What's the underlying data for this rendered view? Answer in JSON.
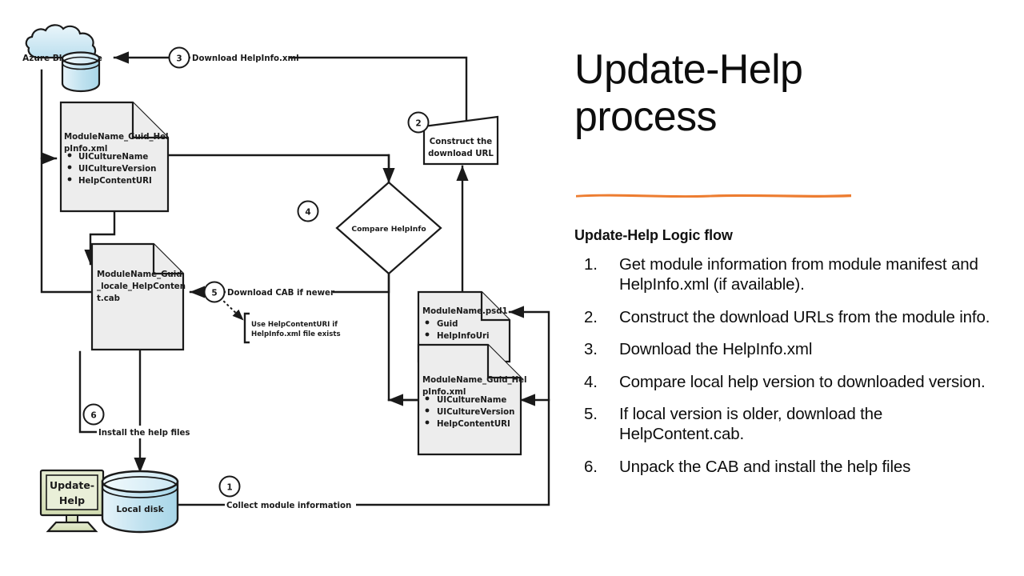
{
  "slide": {
    "title": "Update-Help process",
    "title_lines": [
      "Update-Help",
      "process"
    ],
    "accent_color": "#ED7D31",
    "subheading": "Update-Help Logic flow",
    "steps": [
      {
        "num": "1.",
        "text": "Get module information from module manifest and HelpInfo.xml (if available)."
      },
      {
        "num": "2.",
        "text": "Construct the download URLs from the module info."
      },
      {
        "num": "3.",
        "text": "Download the HelpInfo.xml"
      },
      {
        "num": "4.",
        "text": "Compare local help version to downloaded version."
      },
      {
        "num": "5.",
        "text": "If local version is older, download the HelpContent.cab."
      },
      {
        "num": "6.",
        "text": "Unpack the CAB and install the help files"
      }
    ]
  },
  "diagram": {
    "cloud": {
      "label": "Azure Blob Store"
    },
    "docs": {
      "helpinfo_top": {
        "title_line1": "ModuleName_Guid_Hel",
        "title_line2": "pInfo.xml",
        "bullets": [
          "UICultureName",
          "UICultureVersion",
          "HelpContentURI"
        ]
      },
      "cab": {
        "line1": "ModuleName_Guid",
        "line2": "_locale_HelpConten",
        "line3": "t.cab"
      },
      "psd1": {
        "title": "ModuleName.psd1",
        "bullets": [
          "Guid",
          "HelpInfoUri"
        ]
      },
      "helpinfo_bottom": {
        "title_line1": "ModuleName_Guid_Hel",
        "title_line2": "pInfo.xml",
        "bullets": [
          "UICultureName",
          "UICultureVersion",
          "HelpContentURI"
        ]
      }
    },
    "process": {
      "line1": "Construct the",
      "line2": "download URL"
    },
    "decision": {
      "label": "Compare HelpInfo"
    },
    "computer": {
      "line1": "Update-",
      "line2": "Help"
    },
    "disk": {
      "label": "Local disk"
    },
    "callout": {
      "line1": "Use HelpContentURI if",
      "line2": "HelpInfo.xml file exists"
    },
    "steps": [
      {
        "id": "1",
        "badge": "1",
        "label": "Collect module information"
      },
      {
        "id": "2",
        "badge": "2",
        "label": ""
      },
      {
        "id": "3",
        "badge": "3",
        "label": "Download HelpInfo.xml"
      },
      {
        "id": "4",
        "badge": "4",
        "label": ""
      },
      {
        "id": "5",
        "badge": "5",
        "label": "Download CAB if newer"
      },
      {
        "id": "6",
        "badge": "6",
        "label": "Install the help files"
      }
    ],
    "colors": {
      "doc_fill": "#EDEDED",
      "stroke": "#1a1a1a",
      "cloud_fill": "#CDE8F2",
      "disk_fill": "#BFE0EE",
      "computer_fill": "#DDE5C0"
    }
  }
}
